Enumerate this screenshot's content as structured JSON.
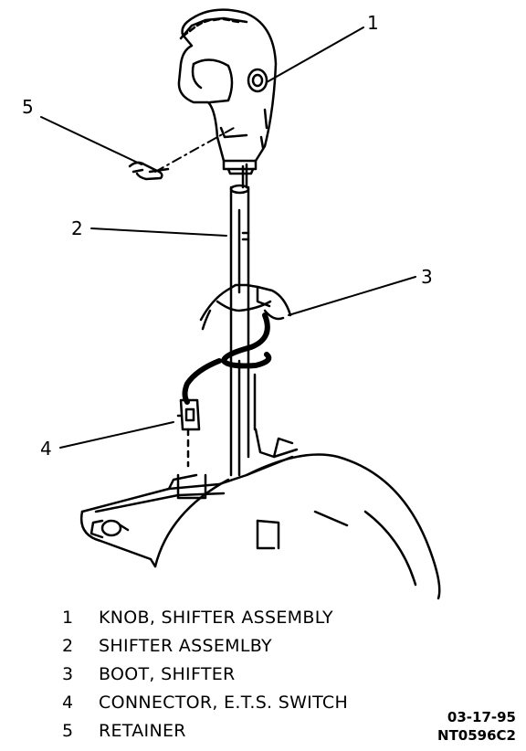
{
  "callouts": [
    {
      "number": "1"
    },
    {
      "number": "2"
    },
    {
      "number": "3"
    },
    {
      "number": "4"
    },
    {
      "number": "5"
    }
  ],
  "legend": [
    {
      "number": "1",
      "text": "KNOB, SHIFTER ASSEMBLY"
    },
    {
      "number": "2",
      "text": "SHIFTER ASSEMLBY"
    },
    {
      "number": "3",
      "text": "BOOT, SHIFTER"
    },
    {
      "number": "4",
      "text": "CONNECTOR, E.T.S. SWITCH"
    },
    {
      "number": "5",
      "text": "RETAINER"
    }
  ],
  "figure_code": {
    "date": "03-17-95",
    "id": "NT0596C2"
  }
}
